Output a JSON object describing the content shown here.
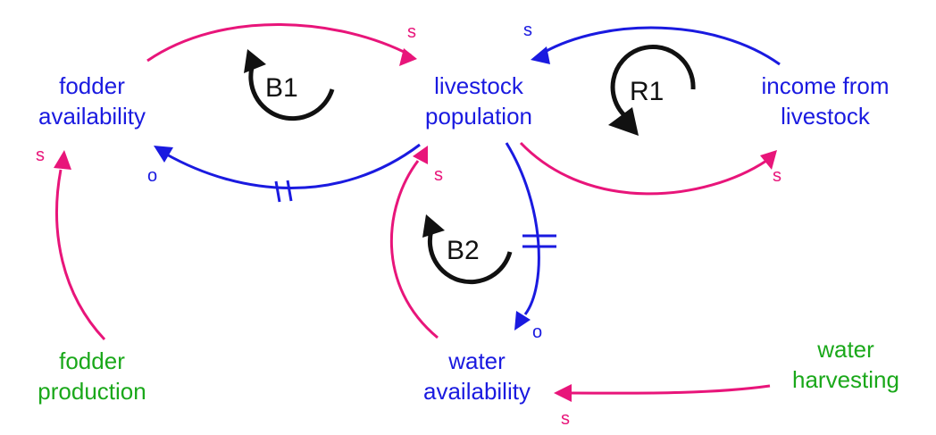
{
  "colors": {
    "variable_blue": "#1a1ae0",
    "variable_green": "#1aa81a",
    "positive_link": "#e8157a",
    "negative_link": "#1a1ae0",
    "loop_arrow": "#111111"
  },
  "nodes": {
    "fodder_availability": {
      "line1": "fodder",
      "line2": "availability"
    },
    "livestock_population": {
      "line1": "livestock",
      "line2": "population"
    },
    "income_from_livestock": {
      "line1": "income from",
      "line2": "livestock"
    },
    "fodder_production": {
      "line1": "fodder",
      "line2": "production"
    },
    "water_availability": {
      "line1": "water",
      "line2": "availability"
    },
    "water_harvesting": {
      "line1": "water",
      "line2": "harvesting"
    }
  },
  "links": [
    {
      "from": "fodder availability",
      "to": "livestock population",
      "polarity": "s"
    },
    {
      "from": "livestock population",
      "to": "fodder availability",
      "polarity": "o",
      "delay": true
    },
    {
      "from": "income from livestock",
      "to": "livestock population",
      "polarity": "s"
    },
    {
      "from": "livestock population",
      "to": "income from livestock",
      "polarity": "s"
    },
    {
      "from": "fodder production",
      "to": "fodder availability",
      "polarity": "s"
    },
    {
      "from": "water availability",
      "to": "livestock population",
      "polarity": "s"
    },
    {
      "from": "livestock population",
      "to": "water availability",
      "polarity": "o",
      "delay": true
    },
    {
      "from": "water harvesting",
      "to": "water availability",
      "polarity": "s"
    }
  ],
  "loops": {
    "b1": "B1",
    "r1": "R1",
    "b2": "B2"
  }
}
